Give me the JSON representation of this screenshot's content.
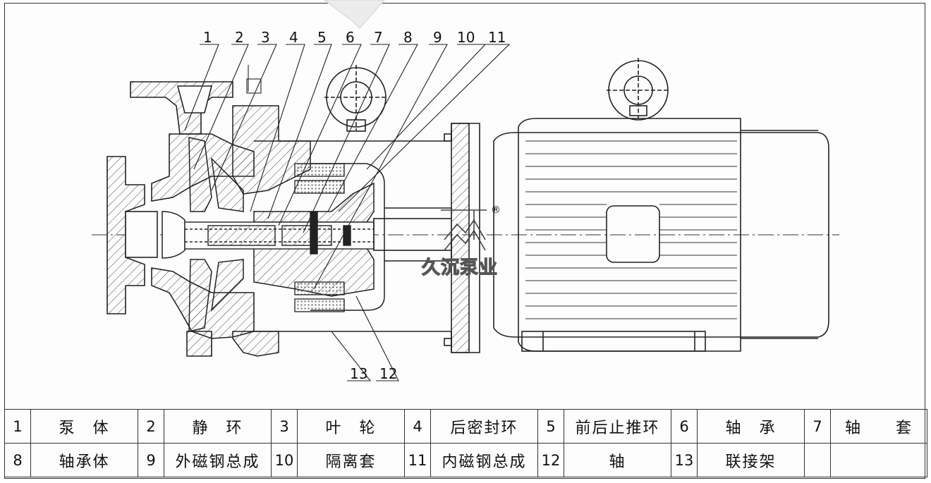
{
  "diagram": {
    "callouts": [
      "1",
      "2",
      "3",
      "4",
      "5",
      "6",
      "7",
      "8",
      "9",
      "10",
      "11",
      "13",
      "12"
    ],
    "watermark": {
      "text": "久沉泵业",
      "registered_mark": "®"
    },
    "colors": {
      "line": "#222222",
      "hatch": "#555555",
      "magnet": "#9a9a9a",
      "paper": "#fdfdfd"
    }
  },
  "parts_table": {
    "rows": [
      [
        {
          "num": "1",
          "name": "泵　体"
        },
        {
          "num": "2",
          "name": "静　环"
        },
        {
          "num": "3",
          "name": "叶　轮"
        },
        {
          "num": "4",
          "name": "后密封环"
        },
        {
          "num": "5",
          "name": "前后止推环"
        },
        {
          "num": "6",
          "name": "轴　承"
        },
        {
          "num": "7",
          "name": "轴　　套"
        }
      ],
      [
        {
          "num": "8",
          "name": "轴承体"
        },
        {
          "num": "9",
          "name": "外磁钢总成"
        },
        {
          "num": "10",
          "name": "隔离套"
        },
        {
          "num": "11",
          "name": "内磁钢总成"
        },
        {
          "num": "12",
          "name": "轴"
        },
        {
          "num": "13",
          "name": "联接架"
        },
        {
          "num": "",
          "name": ""
        }
      ]
    ]
  }
}
